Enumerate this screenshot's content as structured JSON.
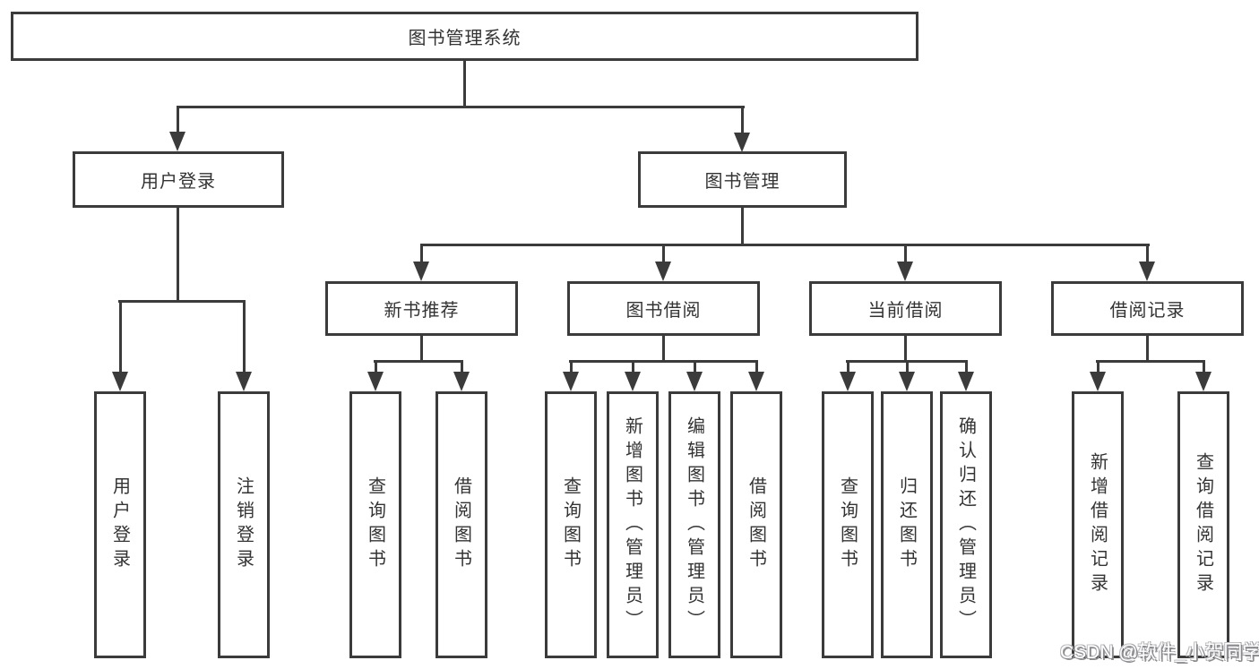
{
  "diagram_type": "hierarchy-tree",
  "tree": {
    "label": "图书管理系统",
    "children": [
      {
        "label": "用户登录",
        "children": [
          {
            "label": "用户登录"
          },
          {
            "label": "注销登录"
          }
        ]
      },
      {
        "label": "图书管理",
        "children": [
          {
            "label": "新书推荐",
            "children": [
              {
                "label": "查询图书"
              },
              {
                "label": "借阅图书"
              }
            ]
          },
          {
            "label": "图书借阅",
            "children": [
              {
                "label": "查询图书"
              },
              {
                "label": "新增图书（管理员）"
              },
              {
                "label": "编辑图书（管理员）"
              },
              {
                "label": "借阅图书"
              }
            ]
          },
          {
            "label": "当前借阅",
            "children": [
              {
                "label": "查询图书"
              },
              {
                "label": "归还图书"
              },
              {
                "label": "确认归还（管理员）"
              }
            ]
          },
          {
            "label": "借阅记录",
            "children": [
              {
                "label": "新增借阅记录"
              },
              {
                "label": "查询借阅记录"
              }
            ]
          }
        ]
      }
    ]
  },
  "watermark": {
    "text": "CSDN @软件_小贺同学"
  },
  "colors": {
    "line": "#3b3b3b",
    "text": "#333333",
    "background": "#ffffff",
    "watermark_text": "#ffffff",
    "watermark_shadow": "#8a8a8e"
  }
}
